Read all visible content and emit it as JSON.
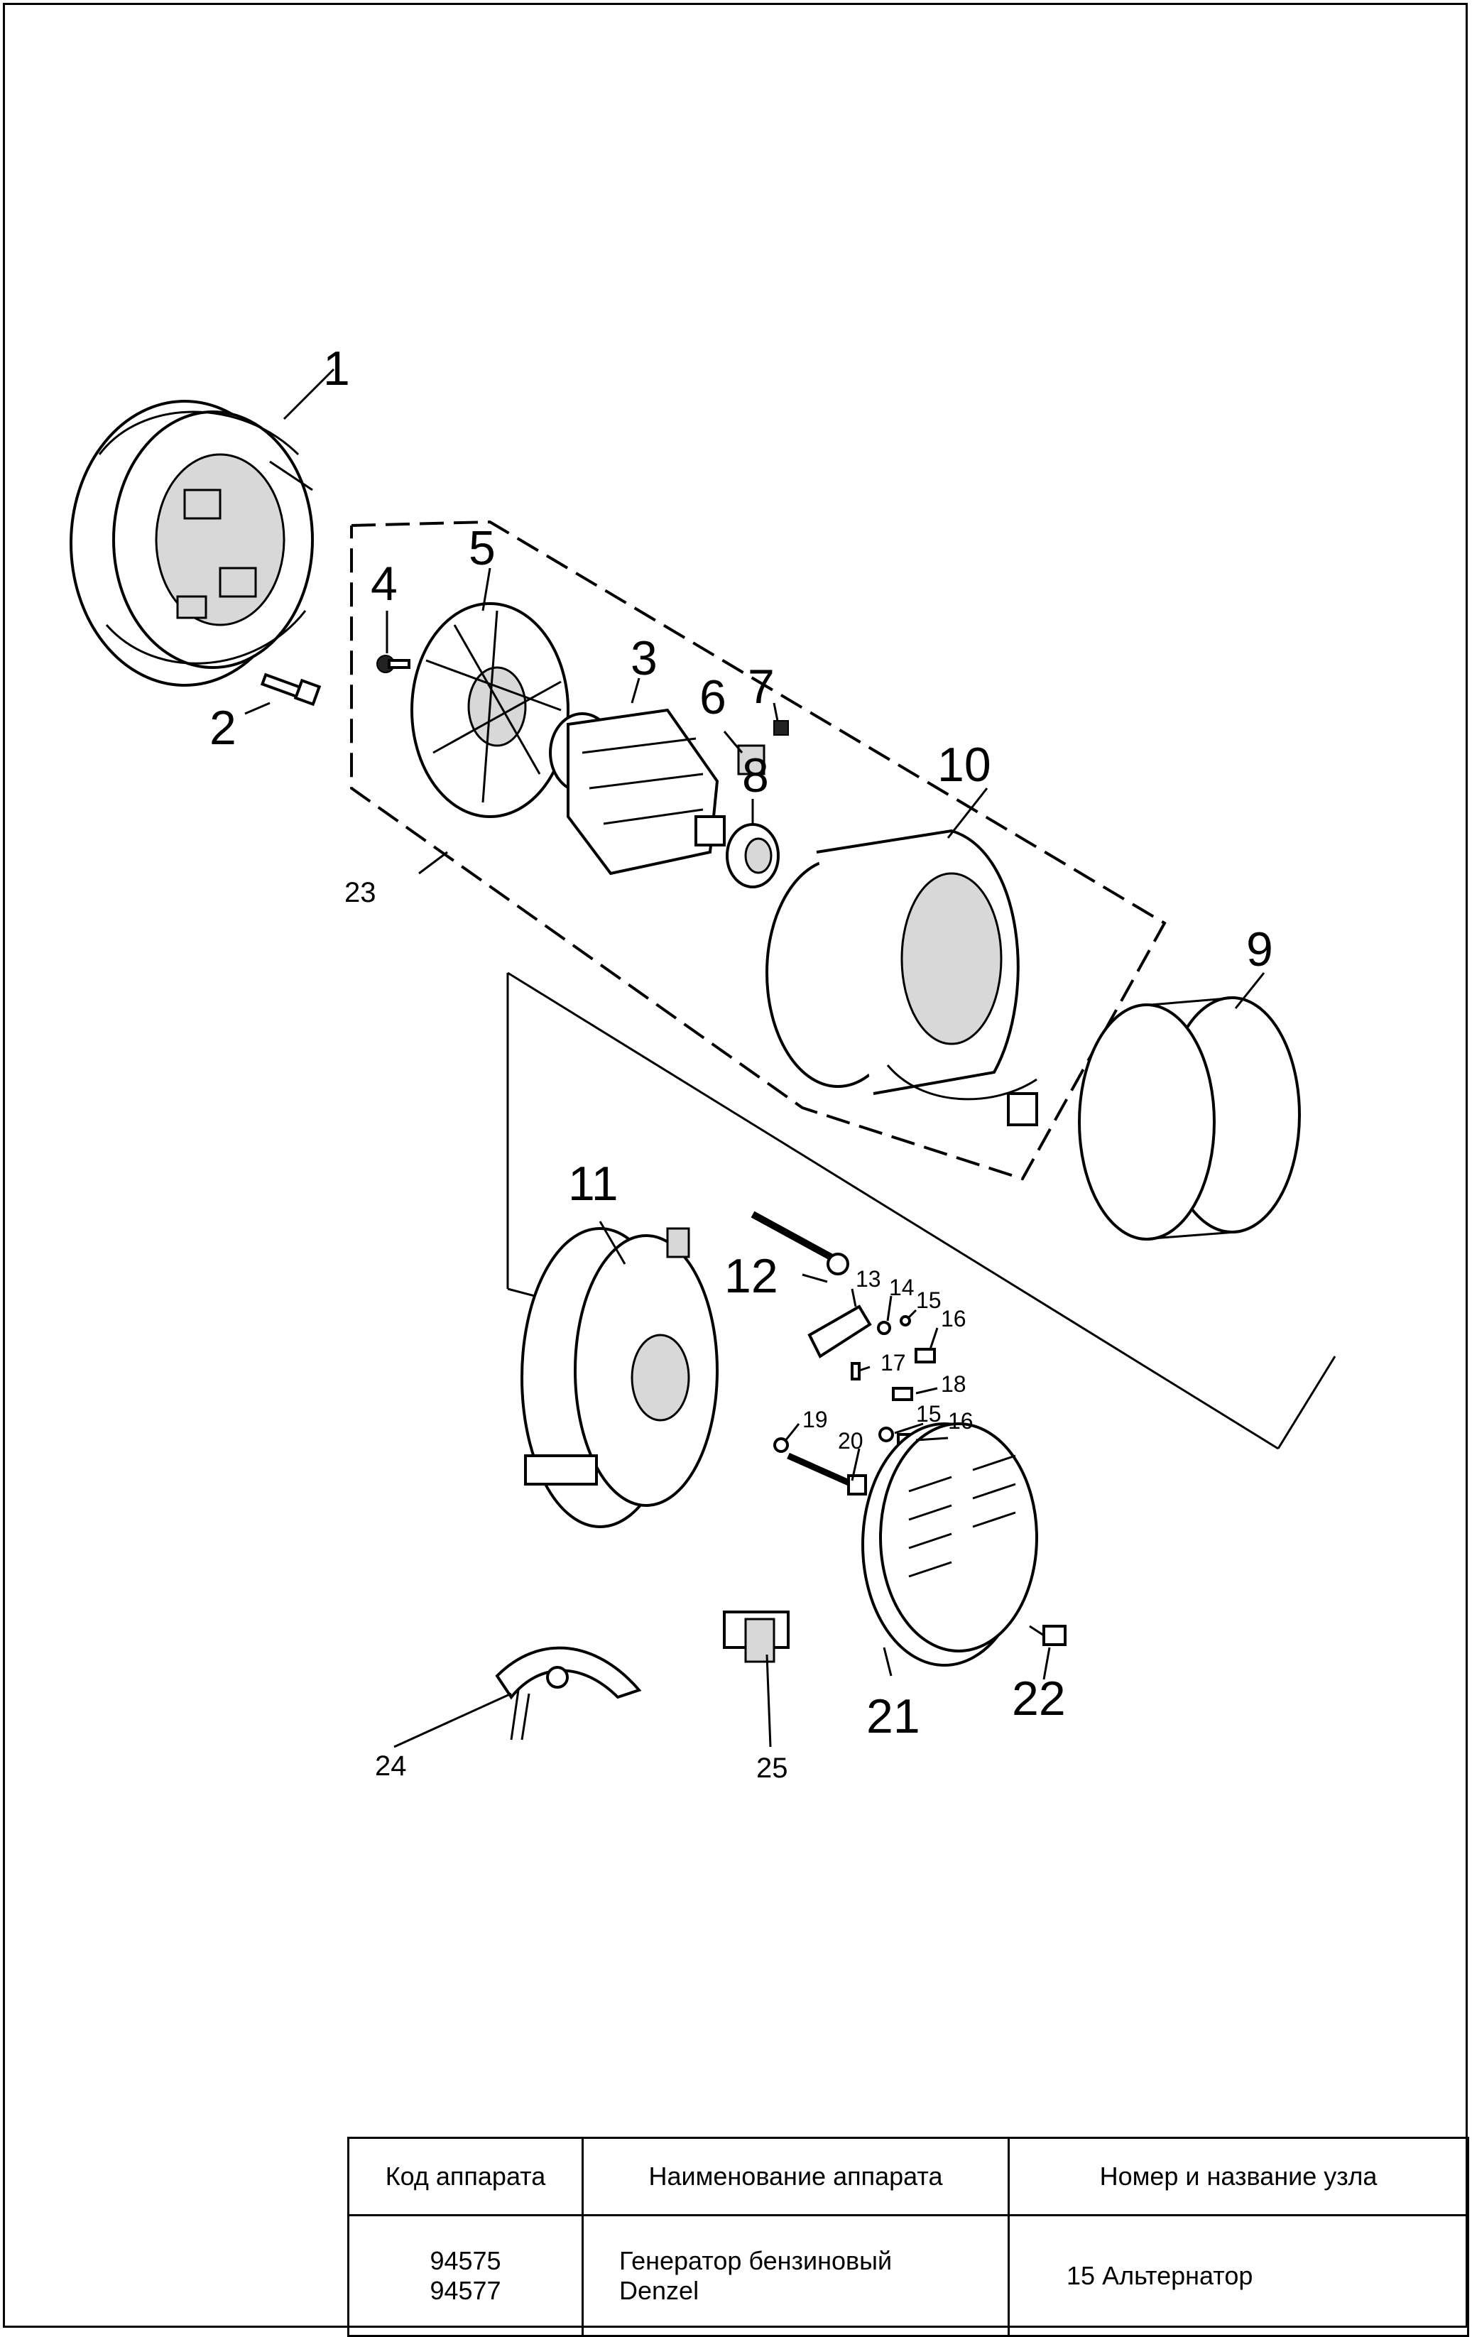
{
  "callouts": {
    "c1": "1",
    "c2": "2",
    "c3": "3",
    "c4": "4",
    "c5": "5",
    "c6": "6",
    "c7": "7",
    "c8": "8",
    "c9": "9",
    "c10": "10",
    "c11": "11",
    "c12": "12",
    "c13": "13",
    "c14": "14",
    "c15a": "15",
    "c15b": "15",
    "c16a": "16",
    "c16b": "16",
    "c17": "17",
    "c18": "18",
    "c19": "19",
    "c20": "20",
    "c21": "21",
    "c22": "22",
    "c23": "23",
    "c24": "24",
    "c25": "25"
  },
  "table": {
    "headers": [
      "Код аппарата",
      "Наименование аппарата",
      "Номер и название узла"
    ],
    "row": {
      "codes": "94575\n94577",
      "name": "Генератор бензиновый\nDenzel",
      "unit_number": "15",
      "unit_name": "Альтернатор"
    }
  }
}
